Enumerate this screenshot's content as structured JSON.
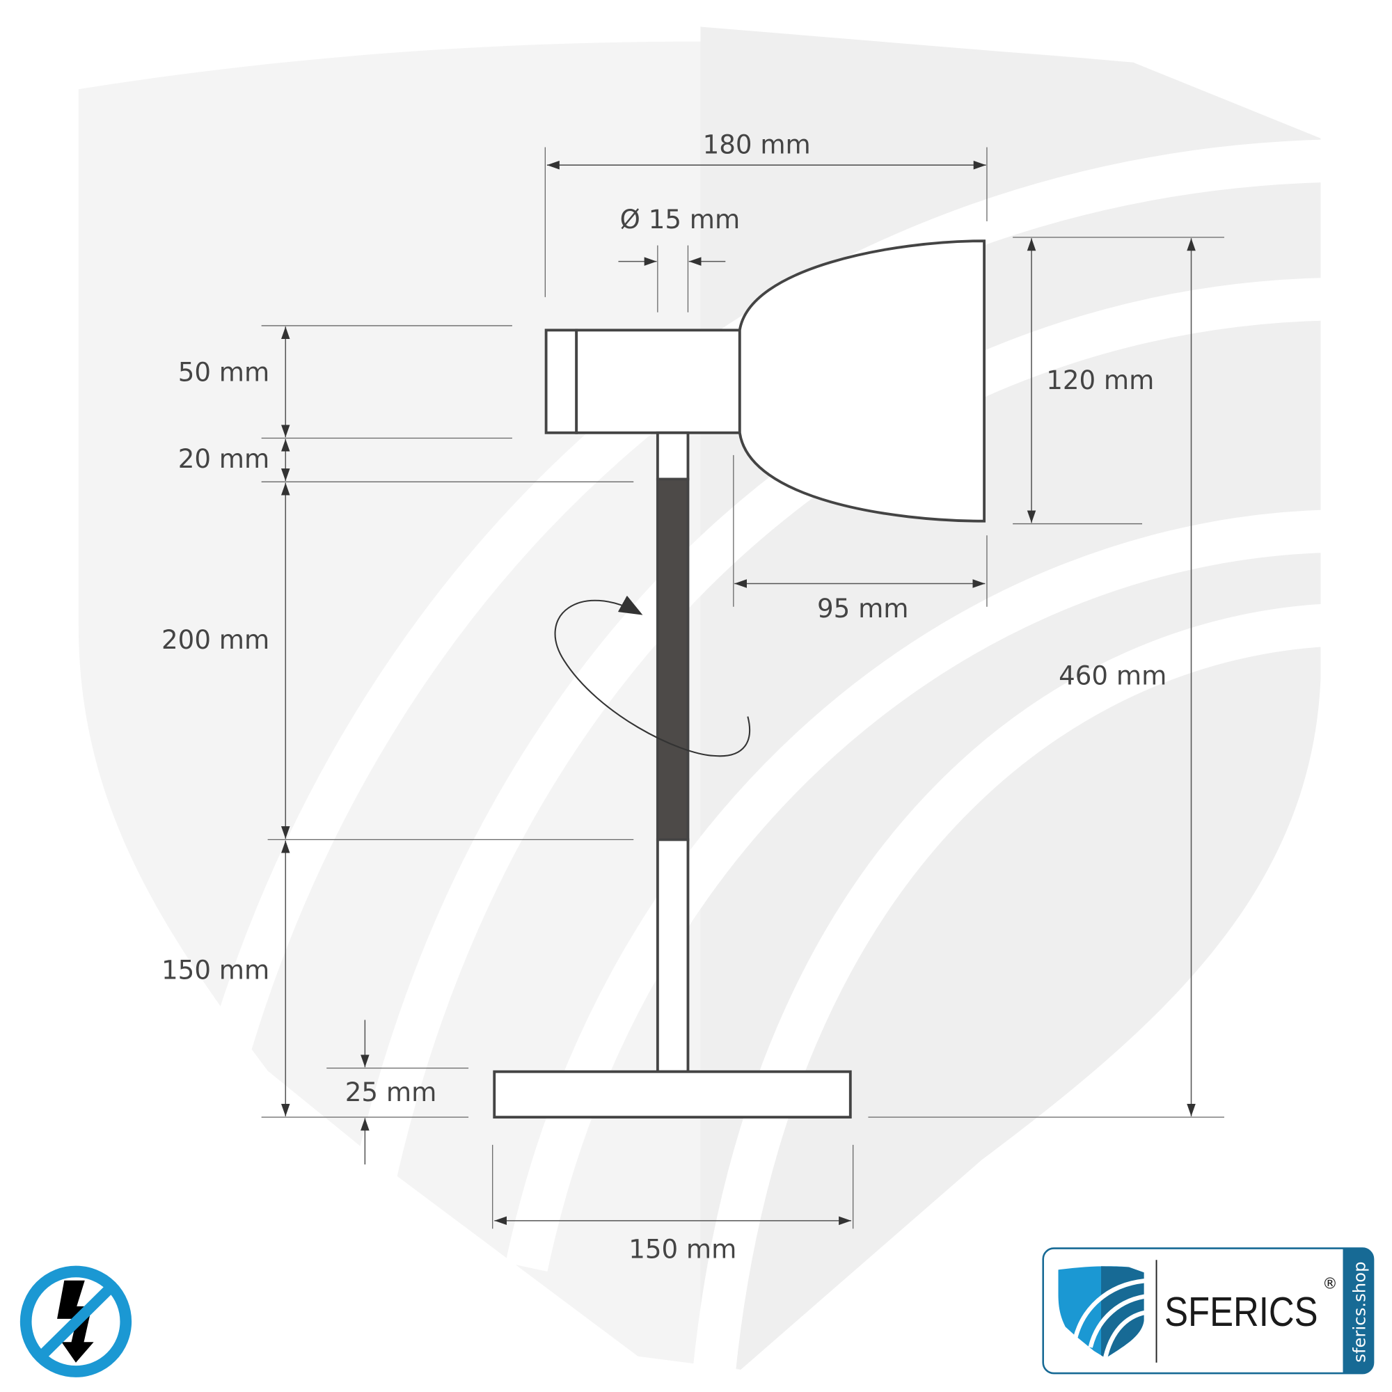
{
  "dimensions": {
    "overall_width": "180 mm",
    "rod_diameter": "Ø 15 mm",
    "joint_height": "50 mm",
    "neck_height": "20 mm",
    "flexible_arm": "200 mm",
    "lower_tube": "150 mm",
    "base_height": "25 mm",
    "shade_height": "120 mm",
    "shade_depth": "95 mm",
    "total_height": "460 mm",
    "base_width": "150 mm"
  },
  "logo": {
    "brand": "SFERICS",
    "registered": "®",
    "url": "sferics.shop"
  },
  "icons": {
    "no_electricity": "no-electricity-icon",
    "rotation": "rotation-arrow-icon"
  },
  "colors": {
    "line": "#444444",
    "rod": "#4d4a48",
    "brand_light": "#1b98d3",
    "brand_dark": "#176a95",
    "background_shape": "#f3f3f3"
  }
}
